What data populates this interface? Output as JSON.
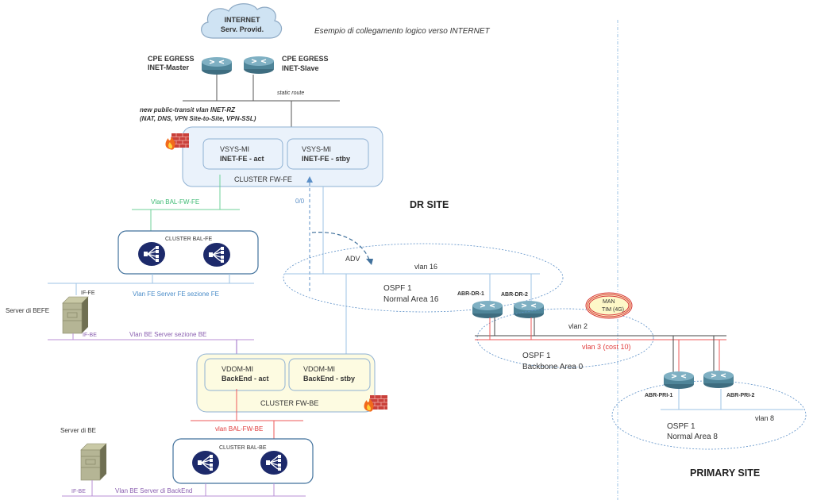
{
  "title": "Esempio di collegamento logico verso INTERNET",
  "internet": {
    "line1": "INTERNET",
    "line2": "Serv. Provid."
  },
  "cpe": {
    "master": {
      "line1": "CPE EGRESS",
      "line2": "INET-Master"
    },
    "slave": {
      "line1": "CPE EGRESS",
      "line2": "INET-Slave"
    },
    "static_route": "static route"
  },
  "transit_vlan": {
    "line1": "new public-transit vlan INET-RZ",
    "line2": "(NAT, DNS, VPN Site-to-Site, VPN-SSL)"
  },
  "cluster_fw_fe": {
    "label": "CLUSTER FW-FE",
    "nodes": [
      {
        "line1": "VSYS-MI",
        "line2": "INET-FE - act"
      },
      {
        "line1": "VSYS-MI",
        "line2": "INET-FE - stby"
      }
    ]
  },
  "route_0_0": "0/0",
  "adv": "ADV",
  "vlan_bal_fw_fe": "Vlan BAL-FW-FE",
  "cluster_bal_fe": {
    "label": "CLUSTER BAL-FE"
  },
  "vlan_fe_server": "Vlan FE Server FE sezione FE",
  "server_befe": {
    "label": "Server di BEFE",
    "if_fe": "IF-FE",
    "if_be": "IF-BE"
  },
  "vlan_be_server": "Vlan BE Server sezione BE",
  "cluster_fw_be": {
    "label": "CLUSTER FW-BE",
    "nodes": [
      {
        "line1": "VDOM-MI",
        "line2": "BackEnd - act"
      },
      {
        "line1": "VDOM-MI",
        "line2": "BackEnd - stby"
      }
    ]
  },
  "vlan_bal_fw_be": "vlan BAL-FW-BE",
  "cluster_bal_be": {
    "label": "CLUSTER BAL-BE"
  },
  "server_be": {
    "label": "Server di BE",
    "if_be": "IF-BE"
  },
  "vlan_be_backend": "Vlan BE Server di BackEnd",
  "dr_site": {
    "label": "DR SITE",
    "vlan": "vlan 16",
    "area_line1": "OSPF 1",
    "area_line2": "Normal Area 16",
    "routers": [
      "ABR-DR-1",
      "ABR-DR-2"
    ]
  },
  "backbone": {
    "vlan2": "vlan 2",
    "vlan3": "vlan 3 (cost 10)",
    "area_line1": "OSPF 1",
    "area_line2": "Backbone Area 0"
  },
  "man": {
    "line1": "MAN",
    "line2": "TIM (4G)"
  },
  "primary_site": {
    "label": "PRIMARY SITE",
    "vlan": "vlan 8",
    "area_line1": "OSPF 1",
    "area_line2": "Normal Area 8",
    "routers": [
      "ABR-PRI-1",
      "ABR-PRI-2"
    ]
  },
  "colors": {
    "blue_line": "#9dc3e6",
    "green_line": "#6fd19a",
    "purple_line": "#b98fd6",
    "red_line": "#ee5a5a",
    "dashed_blue": "#5b8fc7",
    "router_body": "#5a8ea3",
    "balancer": "#1d2a6b",
    "fw_fe_fill": "#eaf2fb",
    "fw_be_fill": "#fdfbe1",
    "man_fill": "#fdf8c8",
    "man_border": "#d6333a"
  }
}
